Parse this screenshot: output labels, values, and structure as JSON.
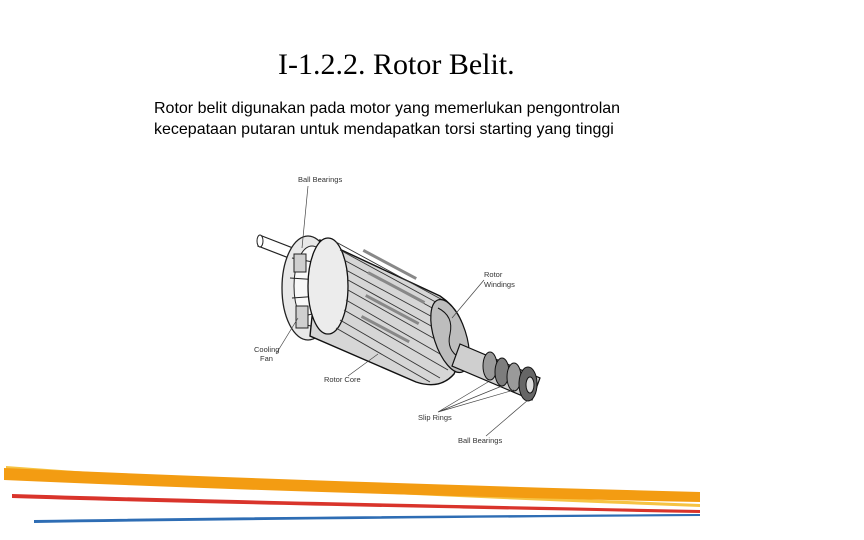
{
  "slide": {
    "title": "I-1.2.2. Rotor Belit.",
    "body_lines": [
      "Rotor belit digunakan pada motor yang memerlukan pengontrolan",
      "kecepataan putaran untuk mendapatkan torsi starting yang tinggi"
    ]
  },
  "figure": {
    "labels": {
      "ball_bearings_top": "Ball Bearings",
      "rotor_windings_1": "Rotor",
      "rotor_windings_2": "Windings",
      "cooling_fan_1": "Cooling",
      "cooling_fan_2": "Fan",
      "rotor_core": "Rotor Core",
      "slip_rings": "Slip Rings",
      "ball_bearings_bottom": "Ball Bearings"
    }
  },
  "colors": {
    "stripe_orange": "#f39c12",
    "stripe_red": "#d9342b",
    "stripe_blue": "#2e6db4",
    "stripe_yellow": "#f6c343"
  }
}
